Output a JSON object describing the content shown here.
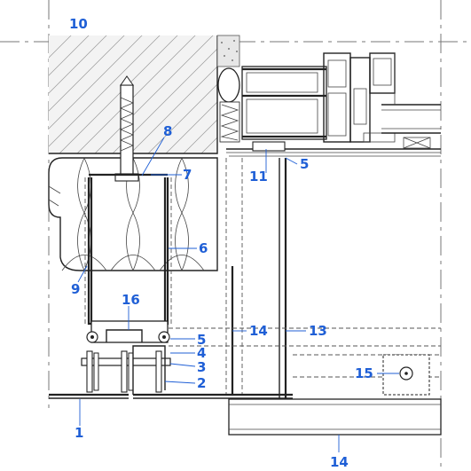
{
  "callouts": [
    {
      "id": "c10",
      "text": "10"
    },
    {
      "id": "c8",
      "text": "8"
    },
    {
      "id": "c7",
      "text": "7"
    },
    {
      "id": "c11",
      "text": "11"
    },
    {
      "id": "c5a",
      "text": "5"
    },
    {
      "id": "c6",
      "text": "6"
    },
    {
      "id": "c9",
      "text": "9"
    },
    {
      "id": "c16",
      "text": "16"
    },
    {
      "id": "c14a",
      "text": "14"
    },
    {
      "id": "c13",
      "text": "13"
    },
    {
      "id": "c5b",
      "text": "5"
    },
    {
      "id": "c4",
      "text": "4"
    },
    {
      "id": "c3",
      "text": "3"
    },
    {
      "id": "c2",
      "text": "2"
    },
    {
      "id": "c15",
      "text": "15"
    },
    {
      "id": "c1",
      "text": "1"
    },
    {
      "id": "c14b",
      "text": "14"
    }
  ],
  "colors": {
    "callout": "#1f5fd6",
    "line": "#222222",
    "hatch": "#999999"
  }
}
